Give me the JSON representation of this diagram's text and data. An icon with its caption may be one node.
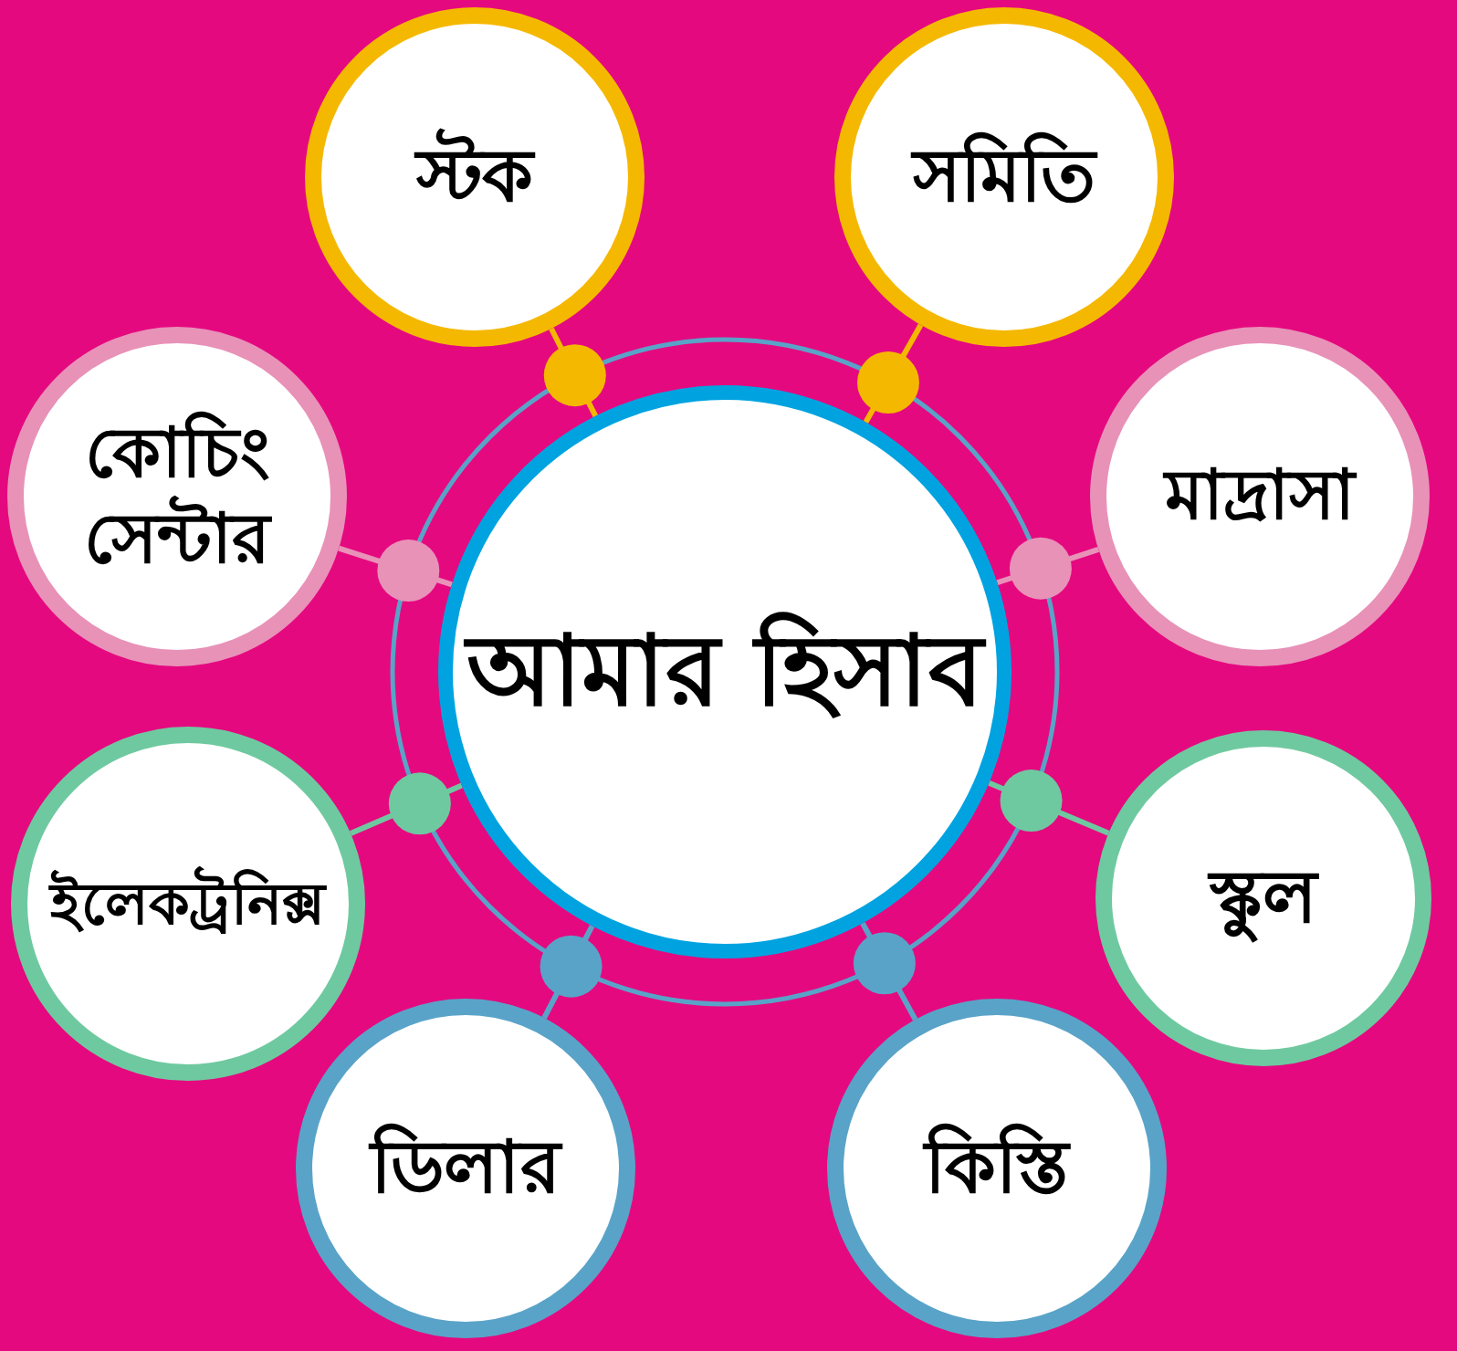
{
  "diagram": {
    "nodes": [
      {
        "text": [
          "স্টক"
        ]
      },
      {
        "text": [
          "সমিতি"
        ]
      },
      {
        "text": [
          "কোচিং সেন্টার"
        ]
      },
      {
        "text": [
          "মাদ্রাসা"
        ]
      },
      {
        "text": [
          "আমার হিসাব"
        ]
      },
      {
        "text": [
          "ইলেকট্রনিক্স"
        ]
      },
      {
        "text": [
          "স্কুল"
        ]
      },
      {
        "text": [
          "ডিলার"
        ]
      },
      {
        "text": [
          "কিস্তি"
        ]
      }
    ],
    "edges": [
      {
        "from": 0,
        "to": 4,
        "arrow": "none",
        "color": "#f5b800"
      },
      {
        "from": 1,
        "to": 4,
        "arrow": "none",
        "color": "#f5b800"
      },
      {
        "from": 2,
        "to": 4,
        "arrow": "none",
        "color": "#e892b8"
      },
      {
        "from": 3,
        "to": 4,
        "arrow": "none",
        "color": "#e892b8"
      },
      {
        "from": 5,
        "to": 4,
        "arrow": "none",
        "color": "#6fc9a0"
      },
      {
        "from": 6,
        "to": 4,
        "arrow": "none",
        "color": "#6fc9a0"
      },
      {
        "from": 7,
        "to": 4,
        "arrow": "none",
        "color": "#5aa3c8"
      },
      {
        "from": 8,
        "to": 4,
        "arrow": "none",
        "color": "#5aa3c8"
      }
    ]
  }
}
